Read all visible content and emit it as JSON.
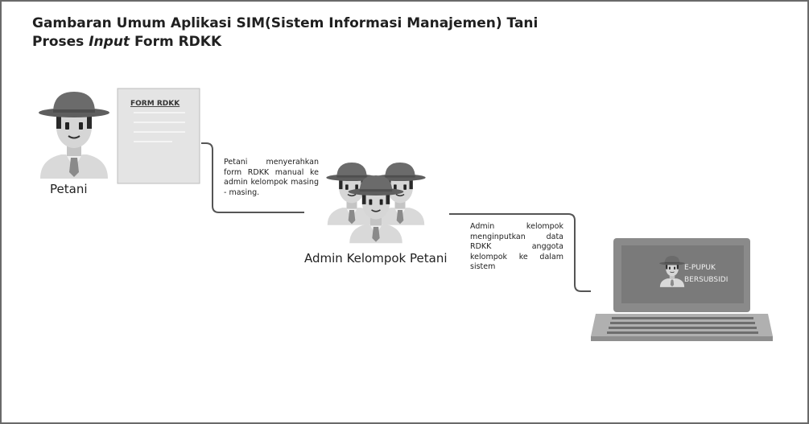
{
  "title": {
    "line1": "Gambaran Umum Aplikasi SIM(Sistem Informasi Manajemen) Tani",
    "line2_prefix": "Proses ",
    "line2_italic": "Input",
    "line2_suffix": " Form RDKK"
  },
  "actors": {
    "farmer_label": "Petani",
    "admin_label": "Admin Kelompok Petani"
  },
  "form": {
    "title": "FORM RDKK"
  },
  "steps": {
    "step1": "Petani menyerahkan form RDKK manual ke admin kelompok masing - masing.",
    "step2": "Admin kelompok menginputkan data RDKK anggota kelompok ke dalam sistem"
  },
  "laptop": {
    "screen_line1": "E-PUPUK",
    "screen_line2": "BERSUBSIDI"
  },
  "colors": {
    "hat": "#6b6b6b",
    "skin": "#d6d6d6",
    "paper": "#e4e4e4",
    "laptop_body": "#9a9a9a",
    "laptop_screen": "#7a7a7a",
    "connector": "#555555"
  }
}
